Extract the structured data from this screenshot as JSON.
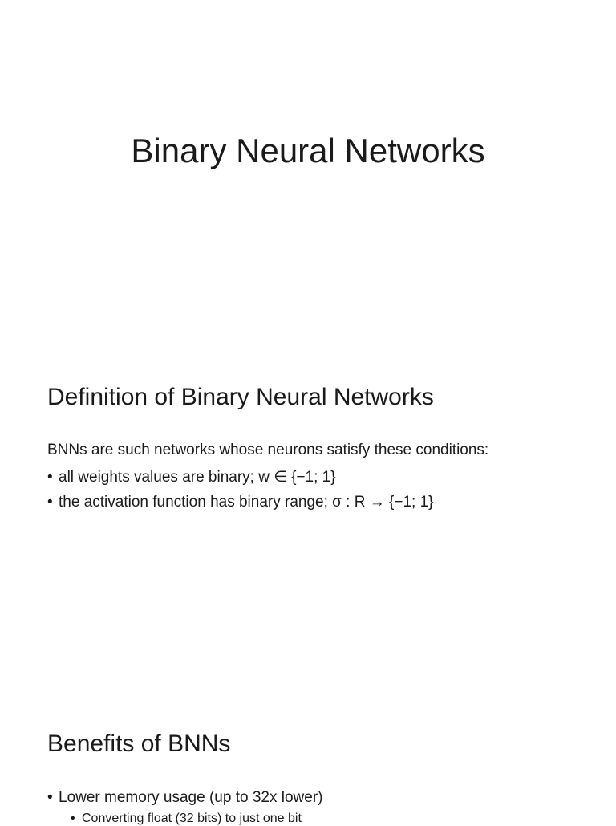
{
  "slide1": {
    "title": "Binary Neural Networks"
  },
  "slide2": {
    "heading": "Definition of Binary Neural Networks",
    "intro": "BNNs are such networks whose neurons satisfy these conditions:",
    "bullets": [
      "all weights values are binary; w ∈ {−1; 1}",
      "the activation function has binary range; σ : R → {−1; 1}"
    ],
    "bullet_char": "•"
  },
  "slide3": {
    "heading": "Benefits of BNNs",
    "bullets": [
      "Lower memory usage (up to 32x lower)"
    ],
    "subbullets": [
      "Converting float (32 bits) to just one bit"
    ],
    "bullet_char": "•"
  }
}
